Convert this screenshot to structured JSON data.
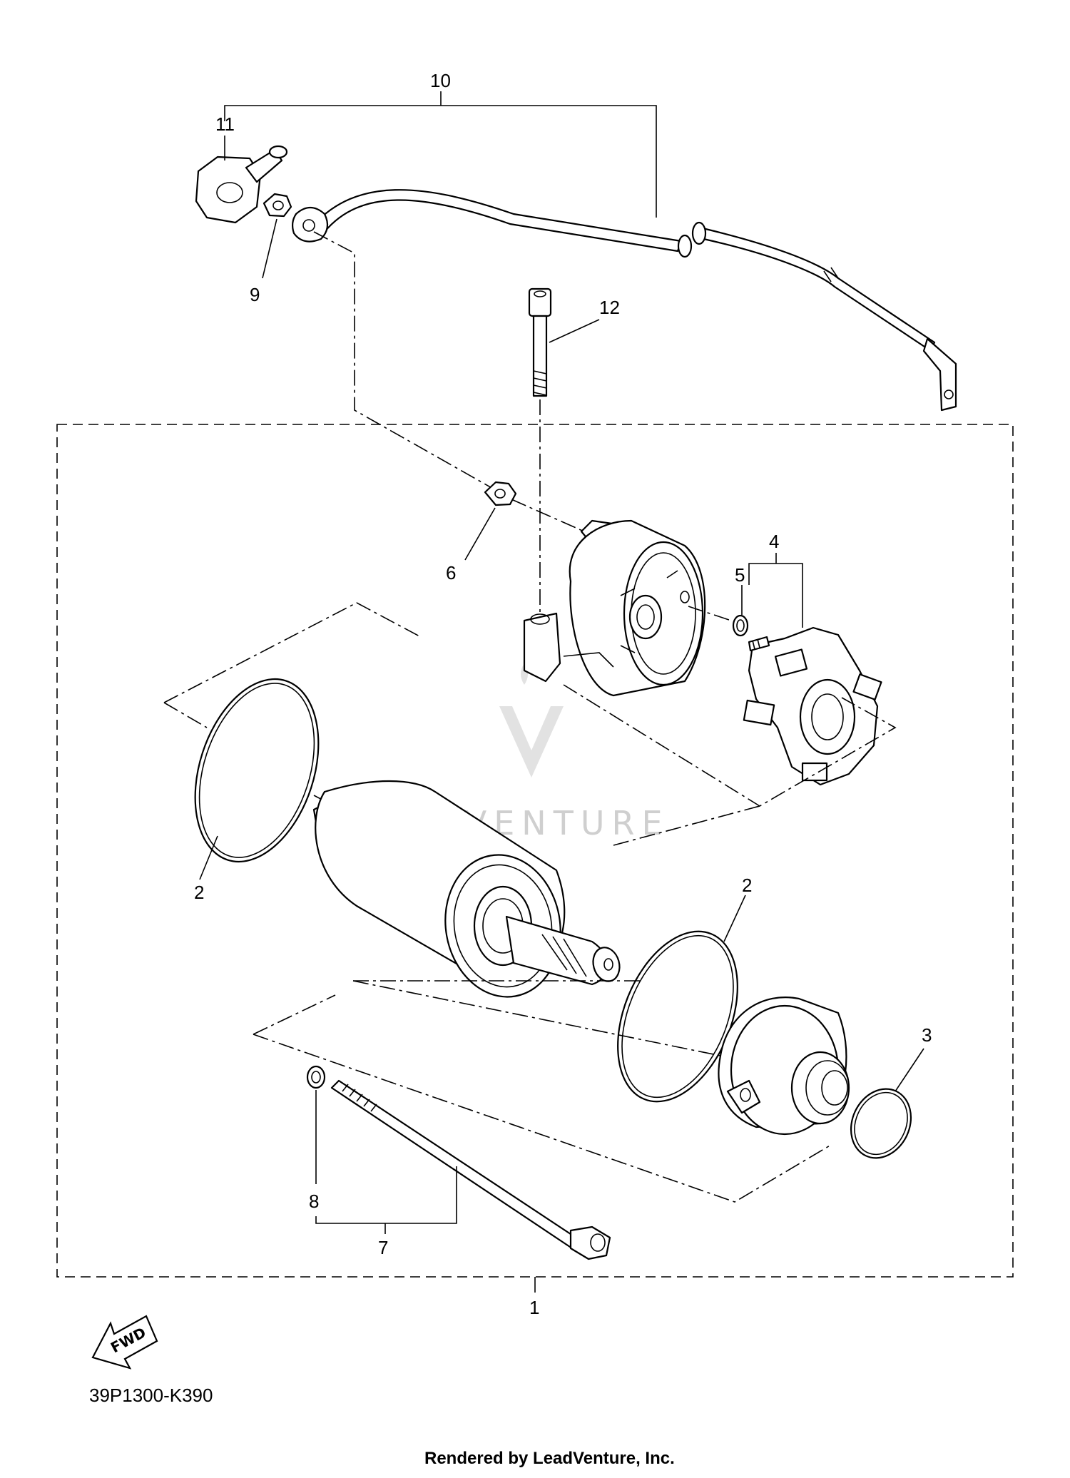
{
  "diagram": {
    "labels": {
      "p1": "1",
      "p2a": "2",
      "p2b": "2",
      "p3": "3",
      "p4": "4",
      "p5": "5",
      "p6": "6",
      "p7": "7",
      "p8": "8",
      "p9": "9",
      "p10": "10",
      "p11": "11",
      "p12": "12"
    },
    "fwd_label": "FWD",
    "diagram_code": "39P1300-K390",
    "watermark": "LEADVENTURE",
    "footer": "Rendered by LeadVenture, Inc."
  }
}
